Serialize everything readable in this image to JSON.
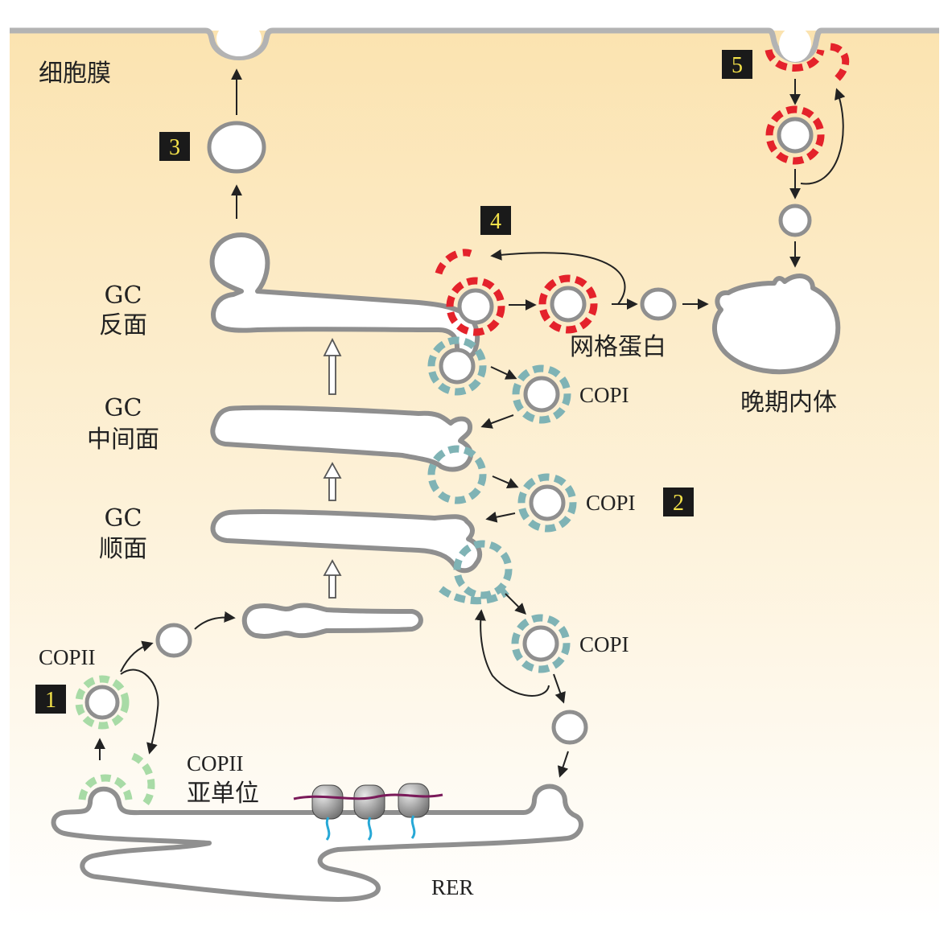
{
  "labels": {
    "plasma_membrane": "细胞膜",
    "gc_trans_1": "GC",
    "gc_trans_2": "反面",
    "gc_medial_1": "GC",
    "gc_medial_2": "中间面",
    "gc_cis_1": "GC",
    "gc_cis_2": "顺面",
    "copi_1": "COPI",
    "copi_2": "COPI",
    "copi_3": "COPI",
    "copii": "COPII",
    "copii_sub_1": "COPII",
    "copii_sub_2": "亚单位",
    "clathrin": "网格蛋白",
    "late_endosome": "晚期内体",
    "rer": "RER"
  },
  "badges": [
    "1",
    "2",
    "3",
    "4",
    "5"
  ],
  "colors": {
    "background_top": "#bdbdbd",
    "background_gradient_top": "#fbe3b0",
    "background_gradient_bottom": "#ffffff",
    "membrane": "#8f8f8f",
    "copii_coat": "#a8dba6",
    "copi_coat": "#7fb3b5",
    "clathrin_coat": "#e4222b",
    "badge_bg": "#1a1a1a",
    "badge_text": "#f4e24a",
    "mrna": "#7a1a5a",
    "ribosome": "#8c8c8c",
    "nascent_peptide": "#27a8d6"
  },
  "icons": [
    "ribosome-icon",
    "mrna-strand-icon"
  ]
}
